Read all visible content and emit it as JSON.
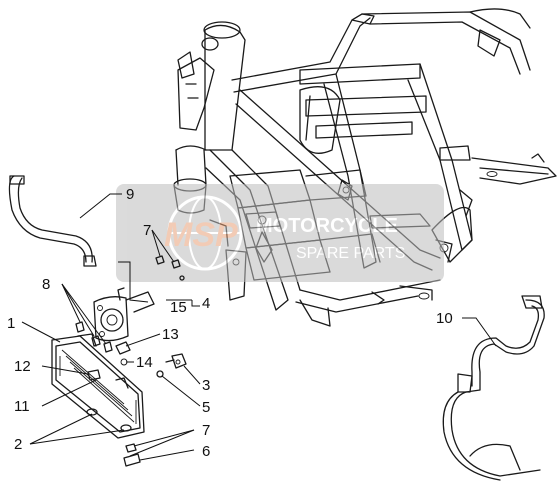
{
  "diagram": {
    "callouts": [
      {
        "id": "c1",
        "label": "1"
      },
      {
        "id": "c2",
        "label": "2"
      },
      {
        "id": "c3",
        "label": "3"
      },
      {
        "id": "c4",
        "label": "4"
      },
      {
        "id": "c5",
        "label": "5"
      },
      {
        "id": "c6",
        "label": "6"
      },
      {
        "id": "c7a",
        "label": "7"
      },
      {
        "id": "c7b",
        "label": "7"
      },
      {
        "id": "c8",
        "label": "8"
      },
      {
        "id": "c9",
        "label": "9"
      },
      {
        "id": "c10",
        "label": "10"
      },
      {
        "id": "c11",
        "label": "11"
      },
      {
        "id": "c12",
        "label": "12"
      },
      {
        "id": "c13",
        "label": "13"
      },
      {
        "id": "c14",
        "label": "14"
      },
      {
        "id": "c15",
        "label": "15"
      }
    ]
  },
  "watermark": {
    "logo_text": "MSP",
    "line1": "MOTORCYCLE",
    "line2": "SPARE PARTS",
    "colors": {
      "band": "#bdbdbd",
      "accent": "#e8a27a"
    }
  }
}
